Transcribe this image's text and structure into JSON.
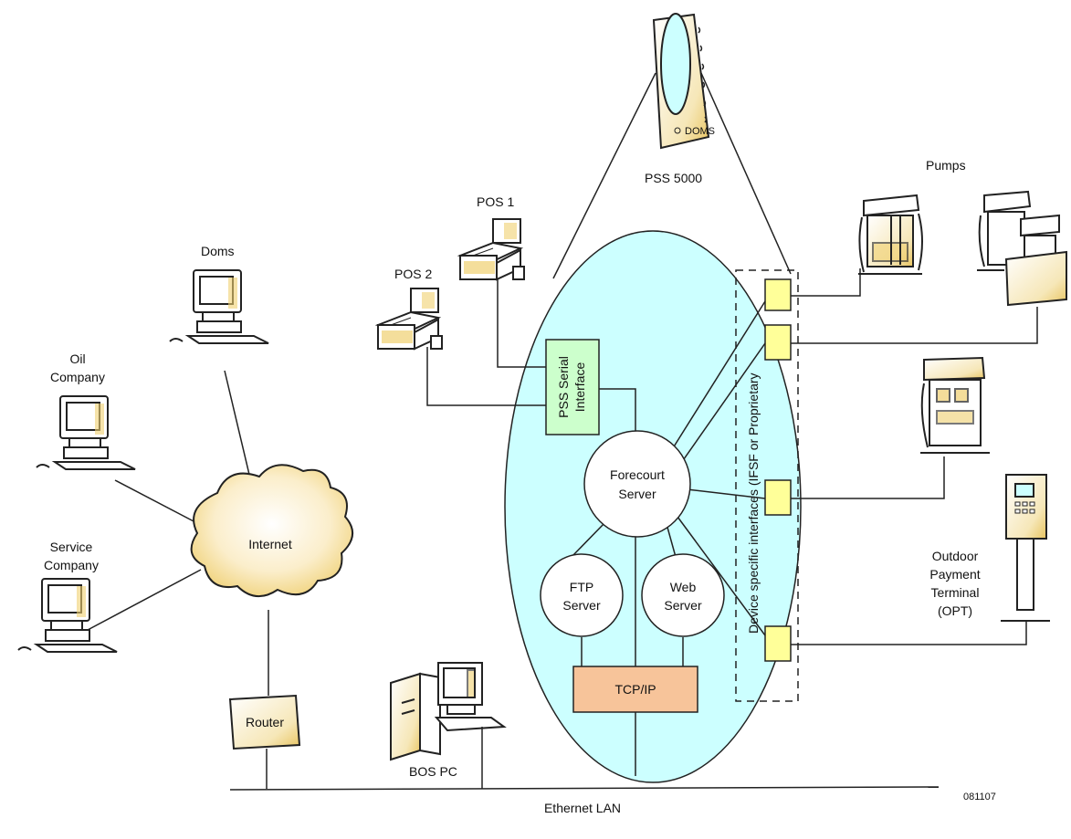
{
  "labels": {
    "pss5000": "PSS 5000",
    "pumps": "Pumps",
    "pos1": "POS 1",
    "pos2": "POS 2",
    "doms": "Doms",
    "oil_company_1": "Oil",
    "oil_company_2": "Company",
    "service_company_1": "Service",
    "service_company_2": "Company",
    "internet": "Internet",
    "router": "Router",
    "bos_pc": "BOS PC",
    "ethernet_lan": "Ethernet LAN",
    "doc_id": "081107",
    "pss_serial_interface_1": "PSS Serial",
    "pss_serial_interface_2": "Interface",
    "forecourt_server_1": "Forecourt",
    "forecourt_server_2": "Server",
    "ftp_server_1": "FTP",
    "ftp_server_2": "Server",
    "web_server_1": "Web",
    "web_server_2": "Server",
    "tcpip": "TCP/IP",
    "device_interfaces": "Device specific interfaces (IFSF or Proprietary",
    "opt_1": "Outdoor",
    "opt_2": "Payment",
    "opt_3": "Terminal",
    "opt_4": "(OPT)",
    "device_logo": "DOMS"
  },
  "colors": {
    "ellipse_fill": "#ccffff",
    "serial_interface_fill": "#ccffcc",
    "tcpip_fill": "#f7c49a",
    "port_fill": "#ffff99",
    "device_accent": "#f0d070"
  }
}
